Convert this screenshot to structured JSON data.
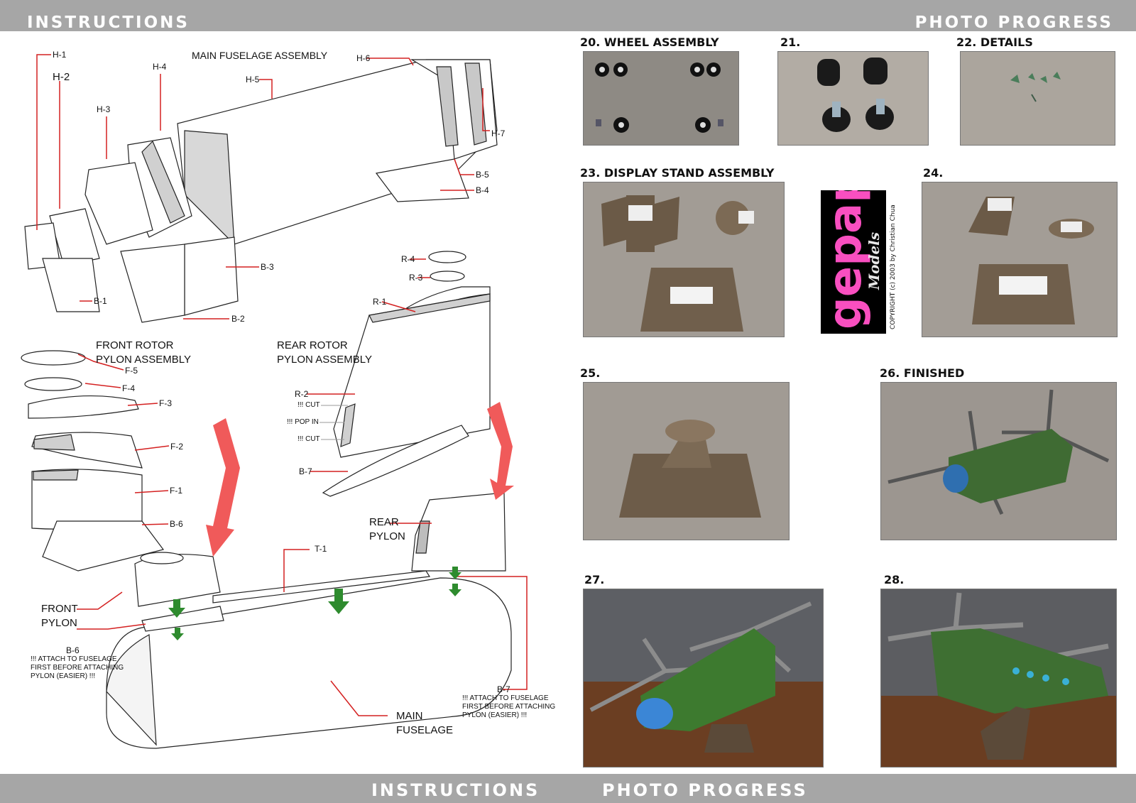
{
  "header": {
    "left_title": "Instructions",
    "right_title": "Photo Progress"
  },
  "footer": {
    "left_title": "Instructions",
    "right_title": "Photo Progress"
  },
  "diagram": {
    "main_title": "MAIN FUSELAGE ASSEMBLY",
    "parts_top": [
      "H-1",
      "H-2",
      "H-3",
      "H-4",
      "H-5",
      "H-6",
      "H-7",
      "B-5",
      "B-4",
      "B-3",
      "B-2",
      "B-1"
    ],
    "front_rotor": {
      "title_line1": "FRONT ROTOR",
      "title_line2": "PYLON ASSEMBLY",
      "parts": [
        "F-5",
        "F-4",
        "F-3",
        "F-2",
        "F-1",
        "B-6"
      ]
    },
    "rear_rotor": {
      "title_line1": "REAR ROTOR",
      "title_line2": "PYLON ASSEMBLY",
      "parts": [
        "R-4",
        "R-3",
        "R-1",
        "R-2",
        "B-7"
      ],
      "notes": [
        "!!! CUT",
        "!!! POP IN",
        "!!! CUT"
      ]
    },
    "rear_pylon": {
      "line1": "REAR",
      "line2": "PYLON"
    },
    "front_pylon": {
      "line1": "FRONT",
      "line2": "PYLON"
    },
    "t1": "T-1",
    "b6_label": "B-6",
    "b6_note": [
      "!!! ATTACH TO FUSELAGE",
      "FIRST BEFORE ATTACHING",
      "PYLON (EASIER) !!!"
    ],
    "b7_label": "B-7",
    "b7_note": [
      "!!! ATTACH TO FUSELAGE",
      "FIRST BEFORE ATTACHING",
      "PYLON (EASIER) !!!"
    ],
    "main_fuselage": {
      "line1": "MAIN",
      "line2": "FUSELAGE"
    }
  },
  "photos": [
    {
      "title": "20. WHEEL ASSEMBLY"
    },
    {
      "title": "21."
    },
    {
      "title": "22. DETAILS"
    },
    {
      "title": "23. DISPLAY STAND ASSEMBLY"
    },
    {
      "title": "24."
    },
    {
      "title": "25."
    },
    {
      "title": "26. FINISHED"
    },
    {
      "title": "27."
    },
    {
      "title": "28."
    }
  ],
  "logo": {
    "text": "gepap",
    "sub": "Models",
    "copyright": "COPYRIGHT (c) 2003 by Christian Chua"
  },
  "colors": {
    "band": "#a6a6a6",
    "arrow_red": "#f05a5a",
    "arrow_green": "#2e8b2e",
    "leader_red": "#d42020"
  }
}
